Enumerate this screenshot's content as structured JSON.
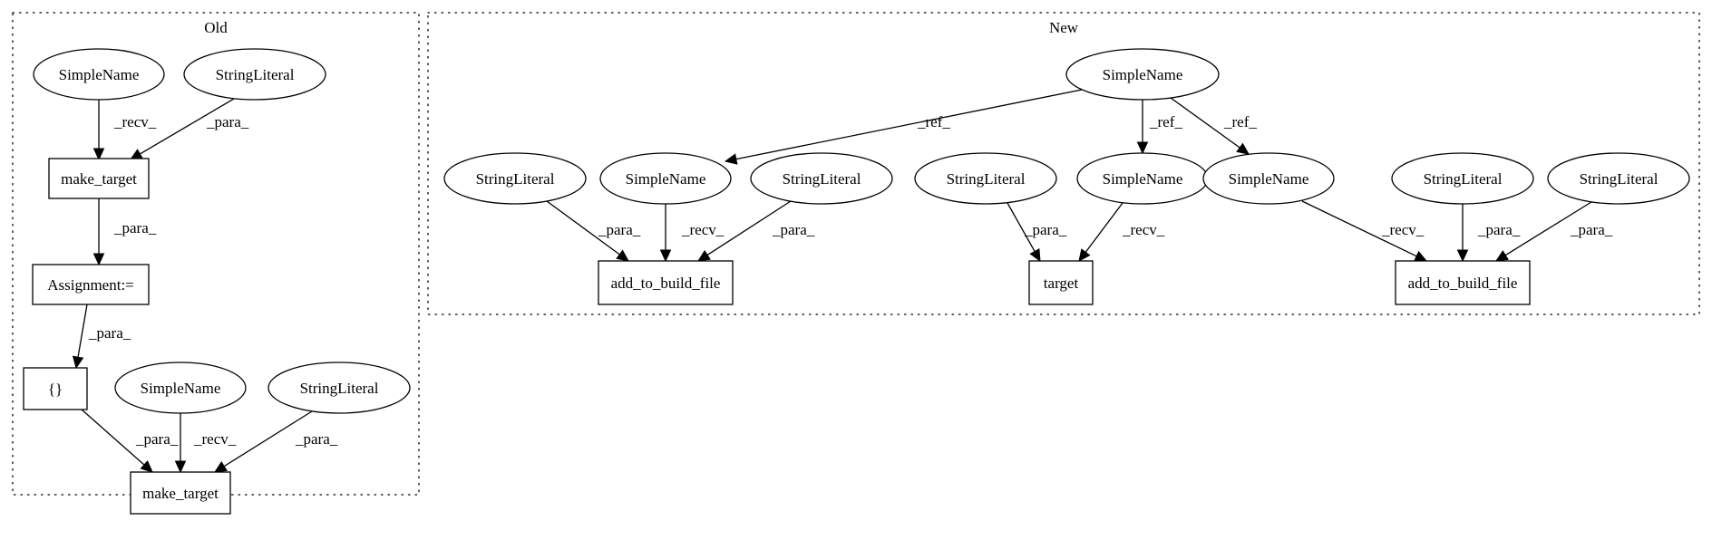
{
  "clusters": [
    {
      "id": "old",
      "label": "Old"
    },
    {
      "id": "new",
      "label": "New"
    }
  ],
  "nodes": [
    {
      "id": "o_sn1",
      "shape": "ellipse",
      "label": "SimpleName"
    },
    {
      "id": "o_sl1",
      "shape": "ellipse",
      "label": "StringLiteral"
    },
    {
      "id": "o_mt1",
      "shape": "box",
      "label": "make_target"
    },
    {
      "id": "o_asg",
      "shape": "box",
      "label": "Assignment:="
    },
    {
      "id": "o_brace",
      "shape": "box",
      "label": "{}"
    },
    {
      "id": "o_sn2",
      "shape": "ellipse",
      "label": "SimpleName"
    },
    {
      "id": "o_sl2",
      "shape": "ellipse",
      "label": "StringLiteral"
    },
    {
      "id": "o_mt2",
      "shape": "box",
      "label": "make_target"
    },
    {
      "id": "n_sn_top",
      "shape": "ellipse",
      "label": "SimpleName"
    },
    {
      "id": "n_sl1",
      "shape": "ellipse",
      "label": "StringLiteral"
    },
    {
      "id": "n_sn1",
      "shape": "ellipse",
      "label": "SimpleName"
    },
    {
      "id": "n_sl2",
      "shape": "ellipse",
      "label": "StringLiteral"
    },
    {
      "id": "n_sl3",
      "shape": "ellipse",
      "label": "StringLiteral"
    },
    {
      "id": "n_sn2",
      "shape": "ellipse",
      "label": "SimpleName"
    },
    {
      "id": "n_sn3",
      "shape": "ellipse",
      "label": "SimpleName"
    },
    {
      "id": "n_sl4",
      "shape": "ellipse",
      "label": "StringLiteral"
    },
    {
      "id": "n_sl5",
      "shape": "ellipse",
      "label": "StringLiteral"
    },
    {
      "id": "n_ab1",
      "shape": "box",
      "label": "add_to_build_file"
    },
    {
      "id": "n_tgt",
      "shape": "box",
      "label": "target"
    },
    {
      "id": "n_ab2",
      "shape": "box",
      "label": "add_to_build_file"
    }
  ],
  "edges": [
    {
      "from": "o_sn1",
      "to": "o_mt1",
      "label": "_recv_"
    },
    {
      "from": "o_sl1",
      "to": "o_mt1",
      "label": "_para_"
    },
    {
      "from": "o_mt1",
      "to": "o_asg",
      "label": "_para_"
    },
    {
      "from": "o_asg",
      "to": "o_brace",
      "label": "_para_"
    },
    {
      "from": "o_brace",
      "to": "o_mt2",
      "label": "_para_"
    },
    {
      "from": "o_sn2",
      "to": "o_mt2",
      "label": "_recv_"
    },
    {
      "from": "o_sl2",
      "to": "o_mt2",
      "label": "_para_"
    },
    {
      "from": "n_sn_top",
      "to": "n_sn1",
      "label": "_ref_"
    },
    {
      "from": "n_sn_top",
      "to": "n_sn2",
      "label": "_ref_"
    },
    {
      "from": "n_sn_top",
      "to": "n_sn3",
      "label": "_ref_"
    },
    {
      "from": "n_sl1",
      "to": "n_ab1",
      "label": "_para_"
    },
    {
      "from": "n_sn1",
      "to": "n_ab1",
      "label": "_recv_"
    },
    {
      "from": "n_sl2",
      "to": "n_ab1",
      "label": "_para_"
    },
    {
      "from": "n_sl3",
      "to": "n_tgt",
      "label": "_para_"
    },
    {
      "from": "n_sn2",
      "to": "n_tgt",
      "label": "_recv_"
    },
    {
      "from": "n_sn3",
      "to": "n_ab2",
      "label": "_recv_"
    },
    {
      "from": "n_sl4",
      "to": "n_ab2",
      "label": "_para_"
    },
    {
      "from": "n_sl5",
      "to": "n_ab2",
      "label": "_para_"
    }
  ]
}
